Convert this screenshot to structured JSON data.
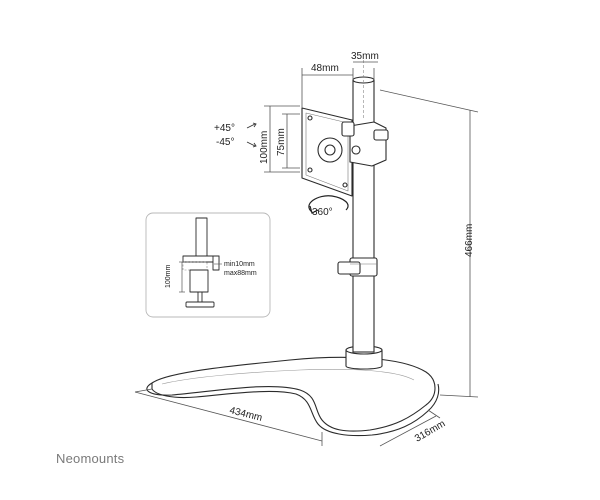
{
  "brand": {
    "name": "Neomounts"
  },
  "dimensions": {
    "arm_offset": "48mm",
    "pole_diameter": "35mm",
    "vesa_h": "100mm",
    "vesa_v": "75mm",
    "tilt_up": "+45°",
    "tilt_down": "-45°",
    "rotation": "360°",
    "height": "466mm",
    "base_width": "434mm",
    "base_depth": "316mm"
  },
  "clamp_inset": {
    "clamp_height": "100mm",
    "min_thickness": "min10mm",
    "max_thickness": "max88mm"
  },
  "colors": {
    "line": "#2b2b2b",
    "dim_line": "#555555",
    "inset_border": "#b8b8b8",
    "brand": "#7a7a7a"
  }
}
